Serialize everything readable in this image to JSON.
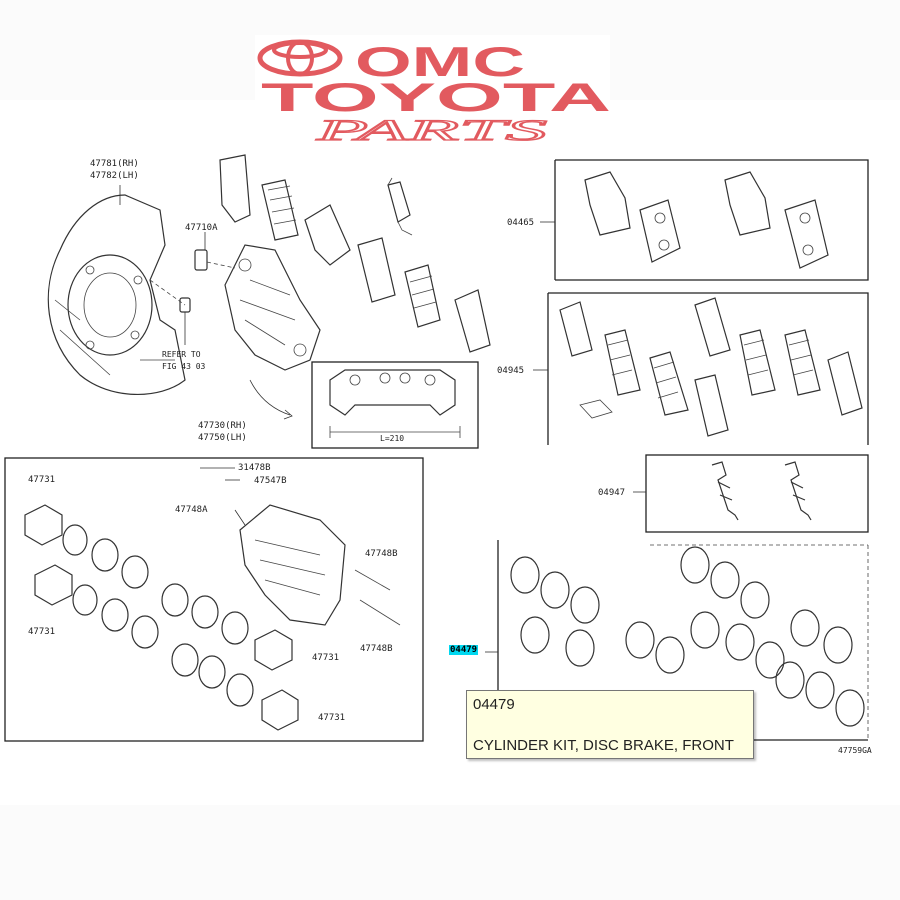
{
  "logo": {
    "line1": "OMC",
    "line2": "TOYOTA",
    "line3": "PARTS",
    "color": "#e25a5f"
  },
  "labels": {
    "l47781": "47781(RH)",
    "l47782": "47782(LH)",
    "l47710A": "47710A",
    "refer1": "REFER TO",
    "refer2": "FIG 43 03",
    "l47730": "47730(RH)",
    "l47750": "47750(LH)",
    "l31478B": "31478B",
    "l47547B": "47547B",
    "l47748A": "47748A",
    "l47748B_1": "47748B",
    "l47748B_2": "47748B",
    "l47731_1": "47731",
    "l47731_2": "47731",
    "l47731_3": "47731",
    "l47731_4": "47731",
    "l04465": "04465",
    "l04945": "04945",
    "l04947": "04947",
    "l04479": "04479",
    "dim": "L=210",
    "figno": "47759GA"
  },
  "tooltip": {
    "code": "04479",
    "description": "CYLINDER KIT, DISC BRAKE, FRONT"
  },
  "colors": {
    "highlight": "#00d8f0",
    "tooltip_bg": "#ffffe1"
  }
}
